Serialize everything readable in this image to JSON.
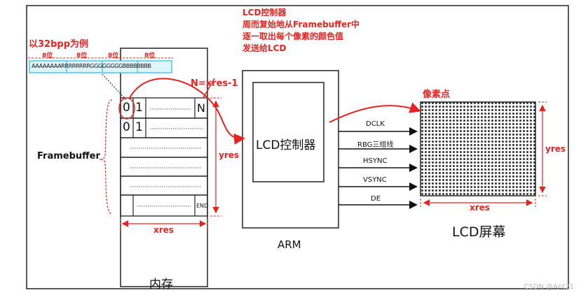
{
  "annotations": {
    "bpp_example": "以32bpp为例",
    "byte_label": "8位",
    "channel_bits": "AAAAAAAARRRRRRRRGGGGGGGGBBBBBBBB",
    "n_label": "N=xres-1",
    "controller_note": [
      "LCD控制器",
      "周而复始地从Framebuffer中",
      "逐一取出每个像素的颜色值",
      "发送给LCD"
    ],
    "pixel_point": "像素点"
  },
  "memory": {
    "framebuffer_label": "Framebuffer",
    "row_first": "0",
    "row_second": "1",
    "row_last": "N",
    "end_label": "END",
    "height_label": "yres",
    "width_label": "xres",
    "caption": "内存"
  },
  "arm": {
    "controller_label": "LCD控制器",
    "caption": "ARM"
  },
  "signals": [
    "DCLK",
    "RBG三组线",
    "HSYNC",
    "VSYNC",
    "DE"
  ],
  "screen": {
    "height_label": "yres",
    "width_label": "xres",
    "caption": "LCD屏幕"
  },
  "watermark": "CSDN @Ant21",
  "colors": {
    "accent_red": "#e8231f",
    "cyan_box": "#2ec4e6",
    "line": "#222222"
  }
}
